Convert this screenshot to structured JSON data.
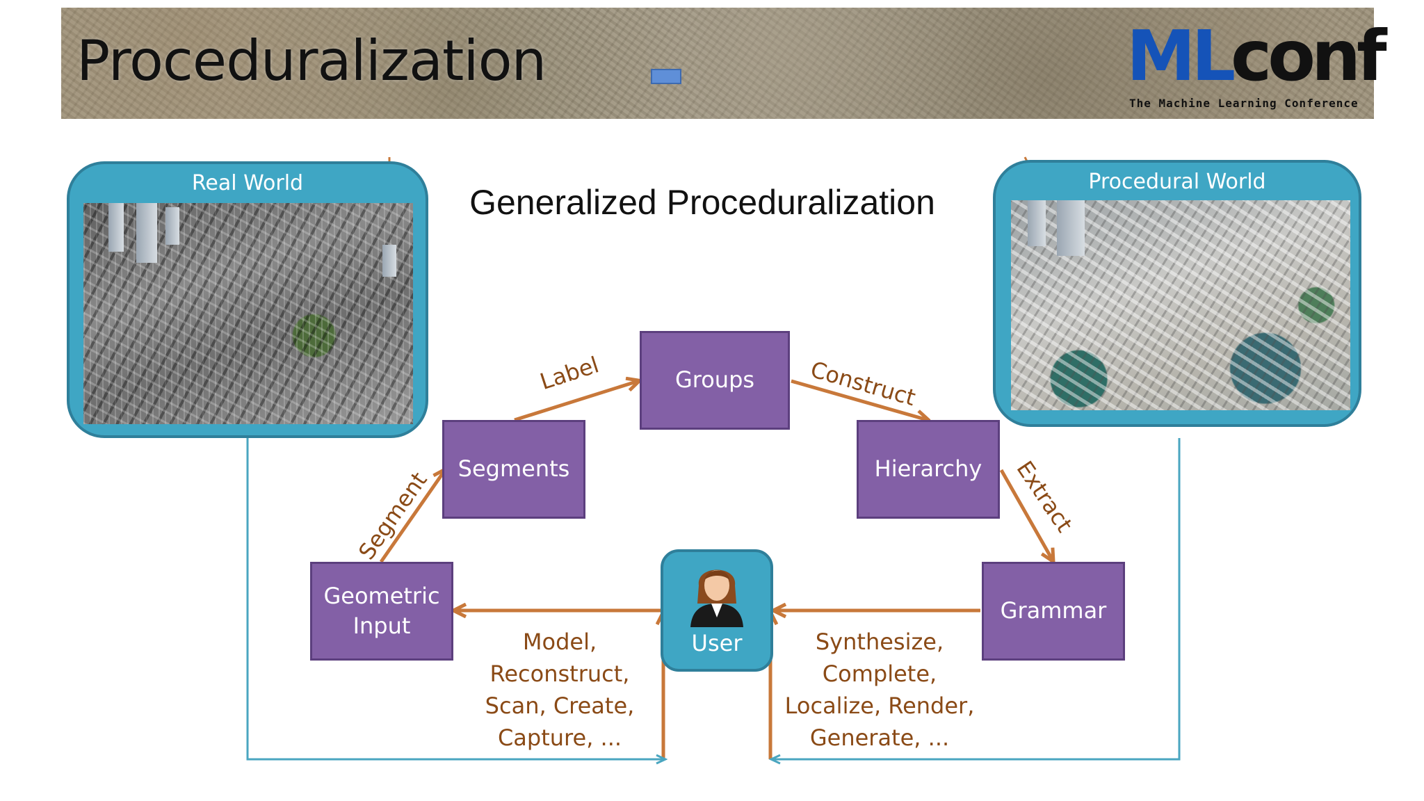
{
  "header": {
    "title": "Proceduralization",
    "logo": {
      "ml": "ML",
      "conf": "conf",
      "tagline": "The Machine Learning Conference"
    }
  },
  "diagram": {
    "title": "Generalized Proceduralization",
    "panels": {
      "left": "Real World",
      "right": "Procedural World"
    },
    "nodes": {
      "groups": "Groups",
      "segments": "Segments",
      "hierarchy": "Hierarchy",
      "geometric_input": "Geometric Input",
      "grammar": "Grammar",
      "user": "User"
    },
    "edges": {
      "label": "Label",
      "construct": "Construct",
      "segment": "Segment",
      "extract": "Extract"
    },
    "captions": {
      "left": [
        "Model,",
        "Reconstruct,",
        "Scan, Create,",
        "Capture, ..."
      ],
      "right": [
        "Synthesize,",
        "Complete,",
        "Localize, Render,",
        "Generate, ..."
      ]
    }
  },
  "colors": {
    "node_fill": "#8360a6",
    "panel_fill": "#3fa6c4",
    "arrow": "#c8783a",
    "feedback_line": "#4aa6c0",
    "logo_ml": "#1553b8"
  },
  "icons": {
    "user": "user-avatar-icon"
  }
}
